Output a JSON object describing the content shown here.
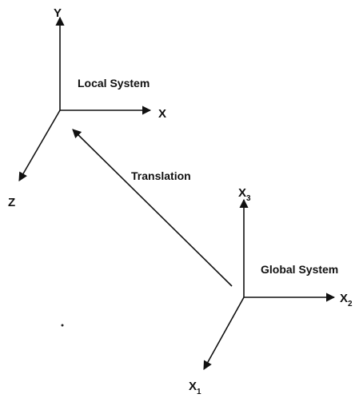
{
  "local_system": {
    "title": "Local System",
    "axes": {
      "x": "X",
      "y": "Y",
      "z": "Z"
    }
  },
  "global_system": {
    "title": "Global System",
    "axes": {
      "x1_base": "X",
      "x1_sub": "1",
      "x2_base": "X",
      "x2_sub": "2",
      "x3_base": "X",
      "x3_sub": "3"
    }
  },
  "translation": {
    "label": "Translation"
  }
}
